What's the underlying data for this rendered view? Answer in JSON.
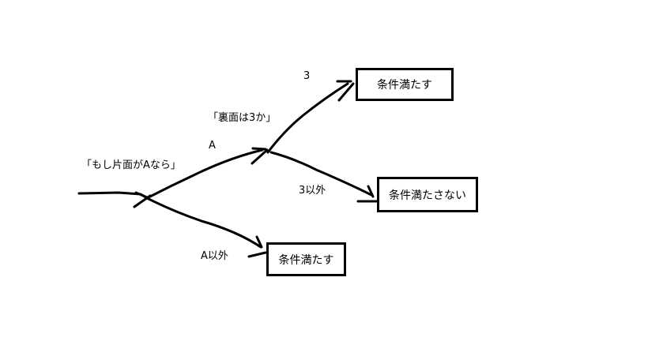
{
  "labels": {
    "condition1": "「もし片面がAなら」",
    "condition2": "「裏面は3か」",
    "branch_a": "A",
    "branch_not_a": "A以外",
    "branch_3": "3",
    "branch_not_3": "3以外"
  },
  "boxes": {
    "satisfied_top": "条件満たす",
    "not_satisfied": "条件満たさない",
    "satisfied_bottom": "条件満たす"
  },
  "colors": {
    "stroke": "#000000",
    "background": "#ffffff"
  }
}
